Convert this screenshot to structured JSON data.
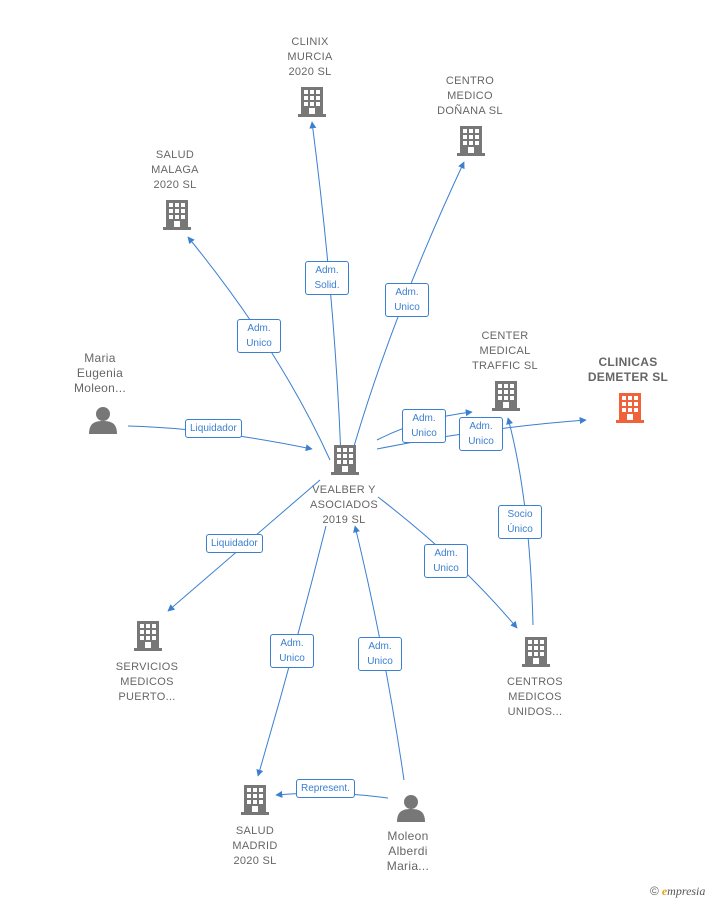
{
  "nodes": {
    "clinix": {
      "lines": [
        "CLINIX",
        "MURCIA",
        "2020  SL"
      ],
      "type": "company"
    },
    "donana": {
      "lines": [
        "CENTRO",
        "MEDICO",
        "DOÑANA  SL"
      ],
      "type": "company"
    },
    "malaga": {
      "lines": [
        "SALUD",
        "MALAGA",
        "2020  SL"
      ],
      "type": "company"
    },
    "maria": {
      "lines": [
        "Maria",
        "Eugenia",
        "Moleon..."
      ],
      "type": "person"
    },
    "cmt": {
      "lines": [
        "CENTER",
        "MEDICAL",
        "TRAFFIC  SL"
      ],
      "type": "company"
    },
    "demeter": {
      "lines": [
        "CLINICAS",
        "DEMETER  SL"
      ],
      "type": "company-highlight"
    },
    "vealber": {
      "lines": [
        "VEALBER Y",
        "ASOCIADOS",
        "2019  SL"
      ],
      "type": "company"
    },
    "servicios": {
      "lines": [
        "SERVICIOS",
        "MEDICOS",
        "PUERTO..."
      ],
      "type": "company"
    },
    "centros": {
      "lines": [
        "CENTROS",
        "MEDICOS",
        "UNIDOS..."
      ],
      "type": "company"
    },
    "madrid": {
      "lines": [
        "SALUD",
        "MADRID",
        "2020  SL"
      ],
      "type": "company"
    },
    "moleon": {
      "lines": [
        "Moleon",
        "Alberdi",
        "Maria..."
      ],
      "type": "person"
    }
  },
  "edges": {
    "e_clinix": {
      "lines": [
        "Adm.",
        "Solid."
      ]
    },
    "e_donana": {
      "lines": [
        "Adm.",
        "Unico"
      ]
    },
    "e_malaga": {
      "lines": [
        "Adm.",
        "Unico"
      ]
    },
    "e_maria": {
      "lines": [
        "Liquidador"
      ]
    },
    "e_cmt": {
      "lines": [
        "Adm.",
        "Unico"
      ]
    },
    "e_demeter": {
      "lines": [
        "Adm.",
        "Unico"
      ]
    },
    "e_socio": {
      "lines": [
        "Socio",
        "Único"
      ]
    },
    "e_servicios": {
      "lines": [
        "Liquidador"
      ]
    },
    "e_centros": {
      "lines": [
        "Adm.",
        "Unico"
      ]
    },
    "e_madrid": {
      "lines": [
        "Adm.",
        "Unico"
      ]
    },
    "e_moleon": {
      "lines": [
        "Adm.",
        "Unico"
      ]
    },
    "e_represent": {
      "lines": [
        "Represent."
      ]
    }
  },
  "colors": {
    "edge": "#3b7fd1",
    "node": "#777777",
    "highlight": "#f0623a"
  },
  "brand": {
    "symbol": "©",
    "initial": "e",
    "rest": "mpresia"
  }
}
